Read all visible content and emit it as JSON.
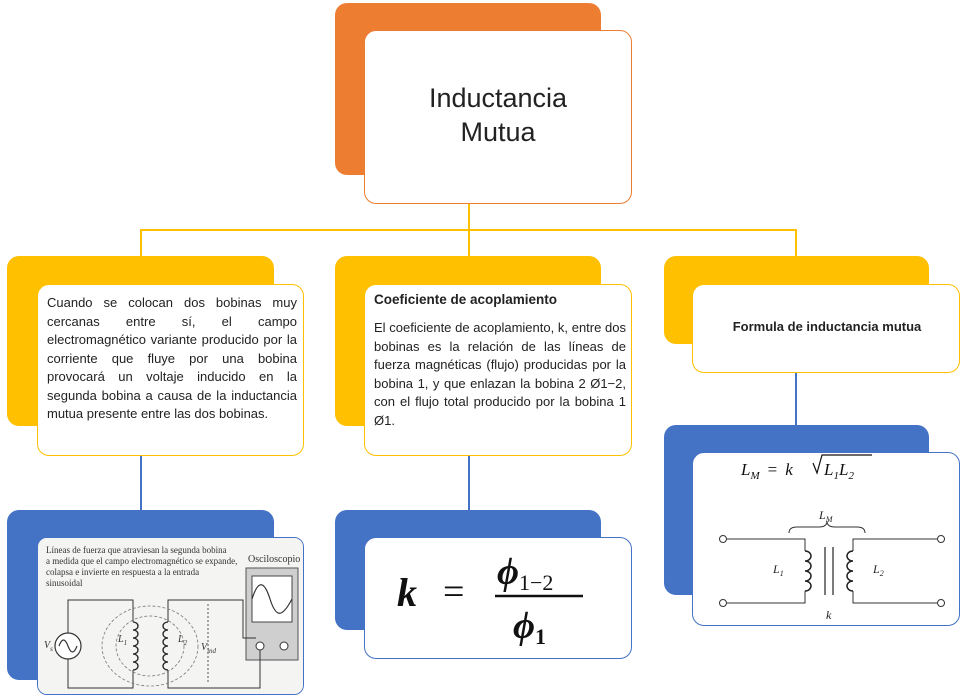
{
  "title": {
    "line1": "Inductancia",
    "line2": "Mutua"
  },
  "left": {
    "description": "Cuando se colocan dos bobinas muy cercanas entre sí, el campo electromagnético variante producido por la corriente que fluye por una bobina provocará un voltaje inducido en la segunda bobina a causa de la inductancia mutua presente entre las dos bobinas.",
    "figure": {
      "caption": "Líneas de fuerza que atraviesan la segunda bobina a medida que el campo electromagnético se expande, colapsa e invierte en respuesta a la entrada sinusoidal",
      "oscilloscope_label": "Osciloscopio",
      "source_label": "V",
      "source_sub": "s",
      "coil1_label": "L",
      "coil1_sub": "1",
      "coil2_label": "L",
      "coil2_sub": "2",
      "vind_label": "V",
      "vind_sub": "ind"
    }
  },
  "middle": {
    "heading": "Coeficiente de acoplamiento",
    "description": "El coeficiente de acoplamiento, k, entre dos bobinas es la relación de las líneas de fuerza magnéticas (flujo) producidas por la bobina 1, y que enlazan la bobina 2 Ø1−2, con el flujo total producido por la bobina 1 Ø1.",
    "formula": {
      "lhs": "k",
      "equals": "=",
      "numerator": "ϕ",
      "numerator_sub": "1−2",
      "denominator": "ϕ",
      "denominator_sub": "1"
    }
  },
  "right": {
    "heading": "Formula de inductancia mutua",
    "formula": {
      "lhs": "L",
      "lhs_sub": "M",
      "equals": "=",
      "k": "k",
      "radicand_a": "L",
      "radicand_a_sub": "1",
      "radicand_b": "L",
      "radicand_b_sub": "2"
    },
    "circuit": {
      "lm_label": "L",
      "lm_sub": "M",
      "coil1_label": "L",
      "coil1_sub": "1",
      "coil2_label": "L",
      "coil2_sub": "2",
      "k_label": "k"
    }
  },
  "colors": {
    "orange": "#ed7d31",
    "yellow": "#ffc000",
    "blue": "#4472c4"
  }
}
